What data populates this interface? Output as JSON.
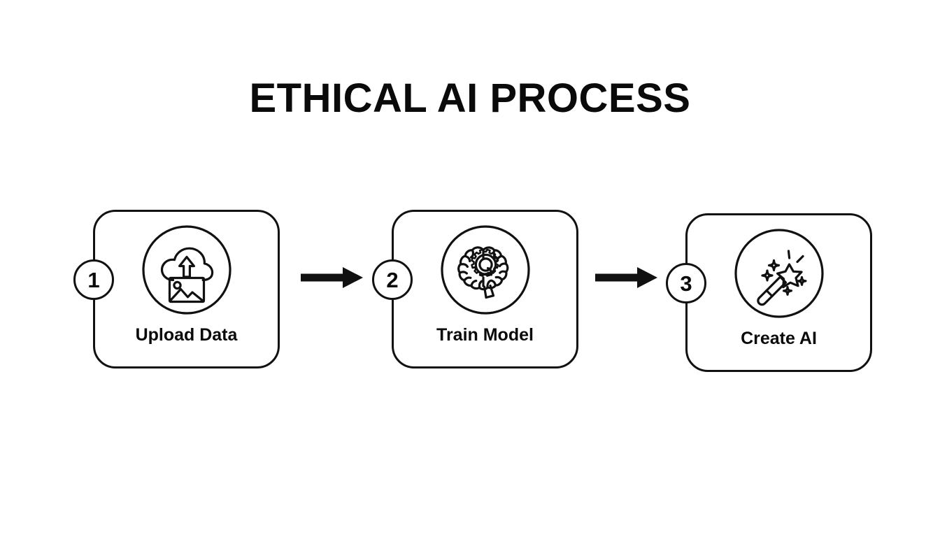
{
  "page": {
    "title": "ETHICAL AI PROCESS",
    "background_color": "#ffffff",
    "ink_color": "#111111"
  },
  "diagram": {
    "type": "process-flow",
    "orientation": "horizontal",
    "step_count": 3,
    "steps": [
      {
        "number": "1",
        "label": "Upload Data",
        "icon": "cloud-upload-image-icon"
      },
      {
        "number": "2",
        "label": "Train Model",
        "icon": "brain-gear-icon"
      },
      {
        "number": "3",
        "label": "Create AI",
        "icon": "magic-wand-sparkle-icon"
      }
    ],
    "connectors": [
      {
        "name": "arrow-right-icon",
        "from": "1",
        "to": "2"
      },
      {
        "name": "arrow-right-icon",
        "from": "2",
        "to": "3"
      }
    ]
  }
}
